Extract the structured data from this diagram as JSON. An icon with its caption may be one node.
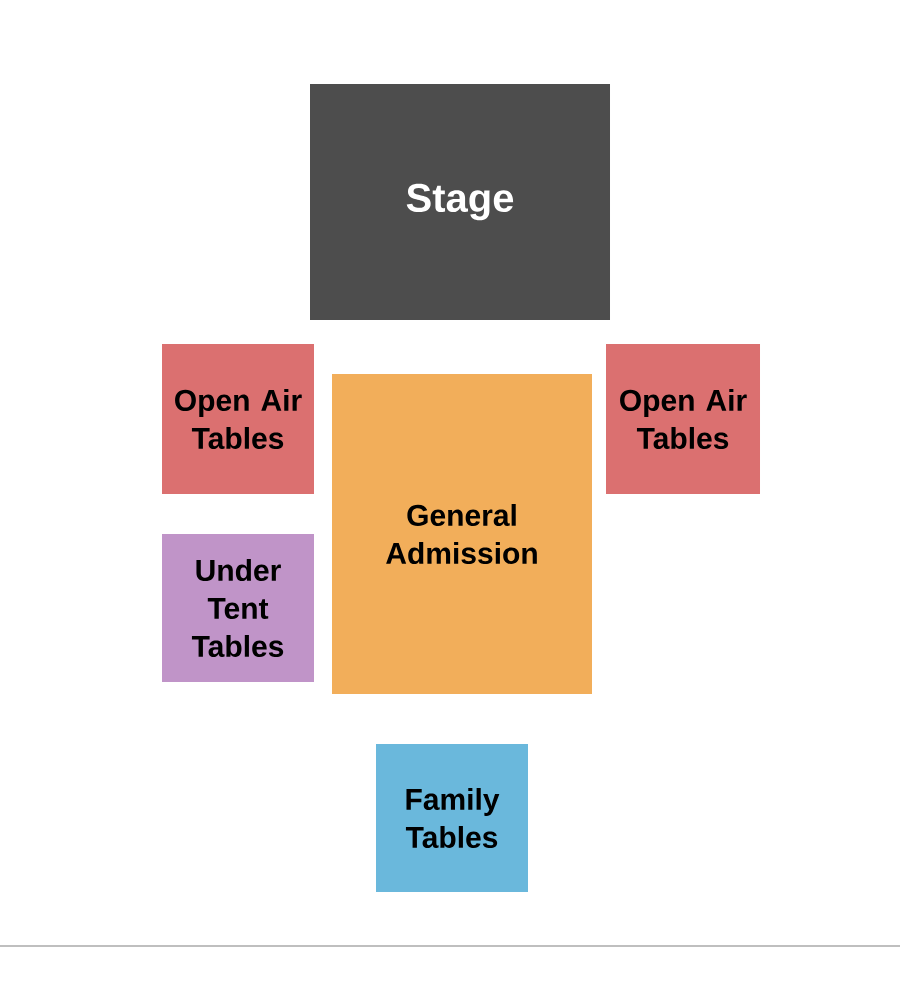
{
  "diagram": {
    "nodes": [
      {
        "text": [
          "Stage"
        ]
      },
      {
        "text": [
          "Open Air Tables"
        ]
      },
      {
        "text": [
          "General Admission"
        ]
      },
      {
        "text": [
          "Open Air Tables"
        ]
      },
      {
        "text": [
          "Under Tent Tables"
        ]
      },
      {
        "text": [
          "Family Tables"
        ]
      }
    ]
  }
}
